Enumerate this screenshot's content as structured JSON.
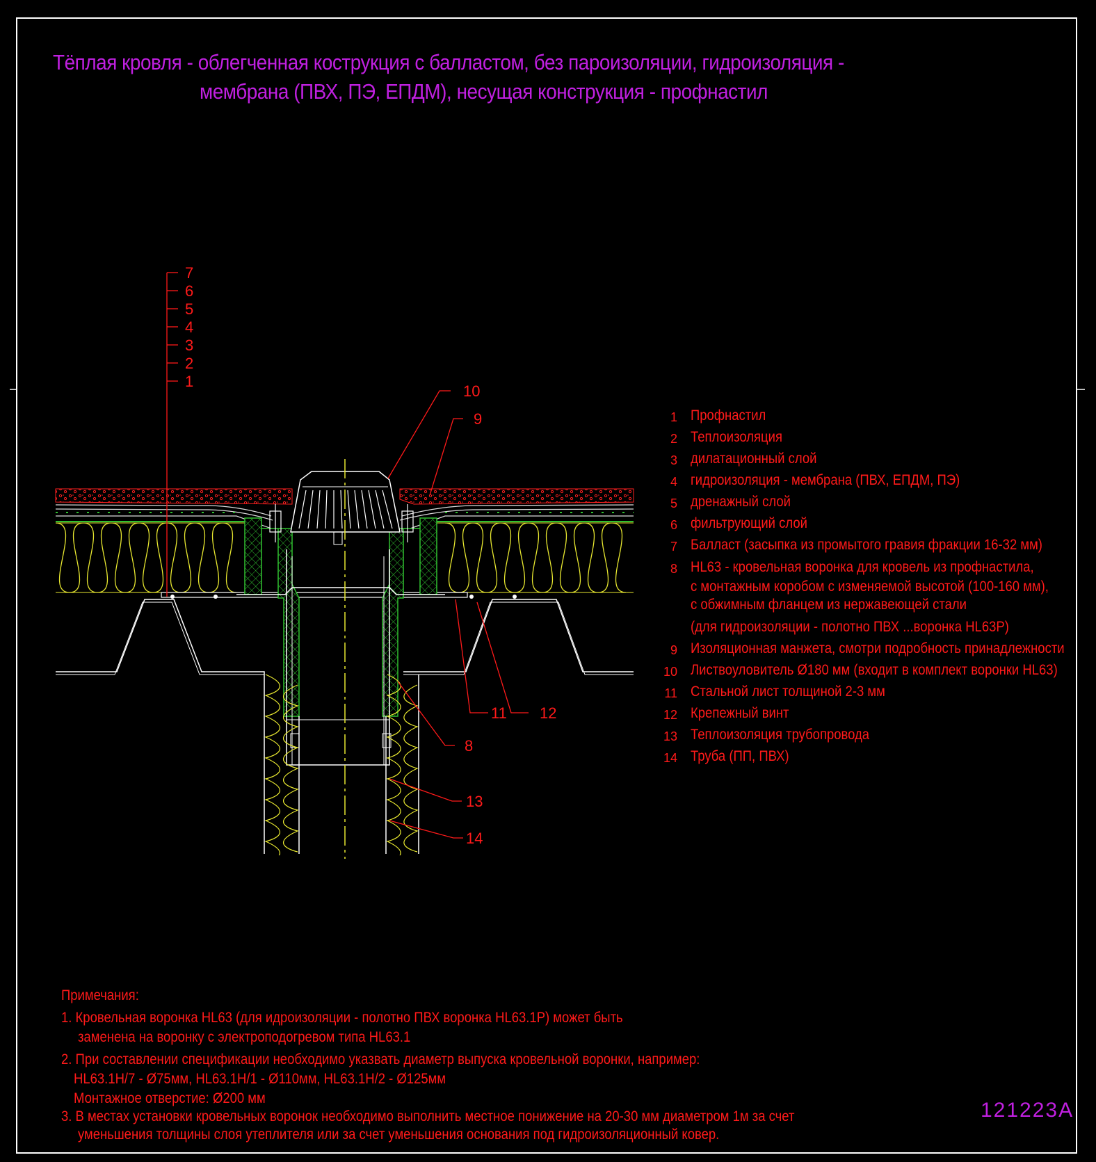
{
  "title": {
    "line1": "Тёплая кровля - облегченная кострукция с балластом, без пароизоляции, гидроизоляция -",
    "line2": "мембрана (ПВХ, ПЭ, ЕПДМ), несущая конструкция - профнастил"
  },
  "callouts": {
    "layers": [
      "7",
      "6",
      "5",
      "4",
      "3",
      "2",
      "1"
    ],
    "c10": "10",
    "c9": "9",
    "c11": "11",
    "c12": "12",
    "c8": "8",
    "c13": "13",
    "c14": "14"
  },
  "legend": [
    {
      "num": "1",
      "text": "Профнастил"
    },
    {
      "num": "2",
      "text": "Теплоизоляция"
    },
    {
      "num": "3",
      "text": "дилатационный слой"
    },
    {
      "num": "4",
      "text": "гидроизоляция - мембрана (ПВХ, ЕПДМ, ПЭ)"
    },
    {
      "num": "5",
      "text": "дренажный   слой"
    },
    {
      "num": "6",
      "text": "фильтрующий слой"
    },
    {
      "num": "7",
      "text": "Балласт (засыпка из промытого гравия фракции 16-32 мм)"
    },
    {
      "num": "8",
      "text": "HL63 - кровельная воронка для кровель из профнастила,",
      "extra": [
        "с монтажным коробом с изменяемой высотой (100-160 мм),",
        "с обжимным фланцем из нержавеющей стали",
        "(для гидроизоляции - полотно ПВХ ...воронка HL63P)"
      ]
    },
    {
      "num": "9",
      "text": "Изоляционная  манжета, смотри подробность принадлежности"
    },
    {
      "num": "10",
      "text": "Листвоуловитель Ø180 мм (входит в комплект воронки HL63)"
    },
    {
      "num": "11",
      "text": "Стальной лист толщиной 2-3 мм"
    },
    {
      "num": "12",
      "text": "Крепежный винт"
    },
    {
      "num": "13",
      "text": "Теплоизоляция трубопровода"
    },
    {
      "num": "14",
      "text": "Труба (ПП, ПВХ)"
    }
  ],
  "notes": {
    "heading": "Примечания:",
    "n1a": "1. Кровельная воронка HL63 (для идроизоляции - полотно ПВХ воронка HL63.1P)  может быть",
    "n1b": "заменена на воронку с электроподогревом типа HL63.1",
    "n2a": "2. При составлении спецификации необходимо указвать диаметр выпуска кровельной воронки, например:",
    "n2b": "HL63.1H/7 - Ø75мм, HL63.1H/1 - Ø110мм, HL63.1H/2 - Ø125мм",
    "n2c": "Монтажное отверстие: Ø200 мм",
    "n3a": "3. В местах установки кровельных воронок необходимо выполнить местное понижение на 20-30 мм диаметром 1м за счет",
    "n3b": "уменьшения толщины слоя утеплителя или за счет уменьшения основания под гидроизоляционный ковер."
  },
  "drawing_code": "121223A",
  "colors": {
    "background": "#000000",
    "title": "#c020e0",
    "text": "#ff1a1a",
    "insulation": "#e8e830",
    "membrane": "#30c030",
    "frame": "#ffffff"
  }
}
